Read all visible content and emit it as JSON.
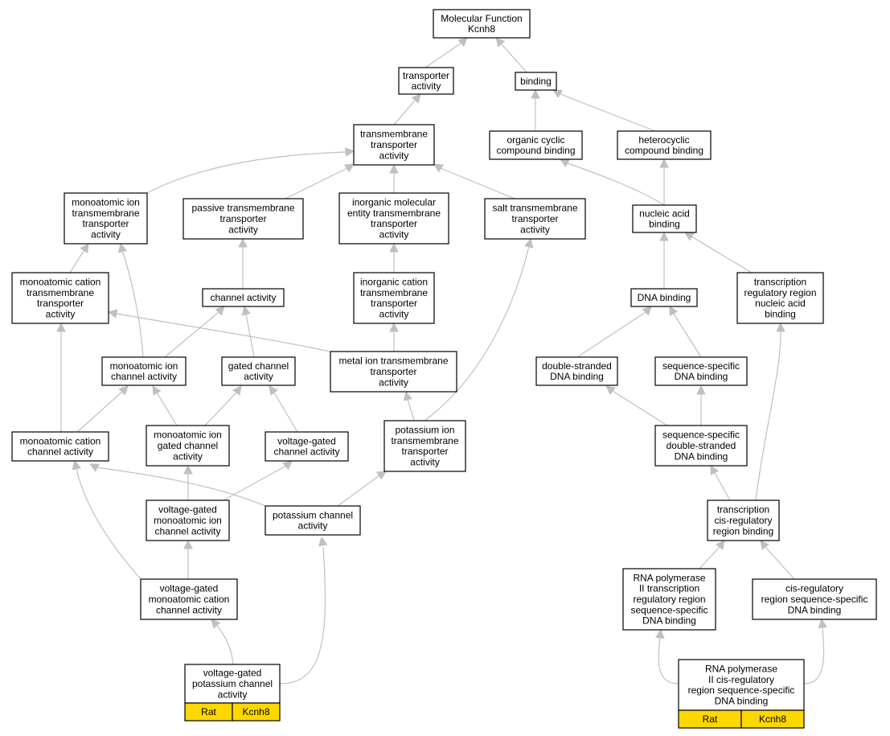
{
  "colors": {
    "edge": "#c0c0c0",
    "tag_fill": "#FFD700",
    "node_stroke": "#000000"
  },
  "nodes": {
    "mf": {
      "lines": [
        "Molecular Function",
        "Kcnh8"
      ]
    },
    "ta": {
      "lines": [
        "transporter",
        "activity"
      ]
    },
    "bind": {
      "lines": [
        "binding"
      ]
    },
    "tmta": {
      "lines": [
        "transmembrane",
        "transporter",
        "activity"
      ]
    },
    "ocb": {
      "lines": [
        "organic cyclic",
        "compound binding"
      ]
    },
    "hcb": {
      "lines": [
        "heterocyclic",
        "compound binding"
      ]
    },
    "moitta": {
      "lines": [
        "monoatomic ion",
        "transmembrane",
        "transporter",
        "activity"
      ]
    },
    "ptta": {
      "lines": [
        "passive transmembrane",
        "transporter",
        "activity"
      ]
    },
    "imetta": {
      "lines": [
        "inorganic molecular",
        "entity transmembrane",
        "transporter",
        "activity"
      ]
    },
    "stta": {
      "lines": [
        "salt transmembrane",
        "transporter",
        "activity"
      ]
    },
    "nab": {
      "lines": [
        "nucleic acid",
        "binding"
      ]
    },
    "mctta": {
      "lines": [
        "monoatomic cation",
        "transmembrane",
        "transporter",
        "activity"
      ]
    },
    "ca": {
      "lines": [
        "channel activity"
      ]
    },
    "icta": {
      "lines": [
        "inorganic cation",
        "transmembrane",
        "transporter",
        "activity"
      ]
    },
    "dnab": {
      "lines": [
        "DNA binding"
      ]
    },
    "trrnab": {
      "lines": [
        "transcription",
        "regulatory region",
        "nucleic acid",
        "binding"
      ]
    },
    "moica": {
      "lines": [
        "monoatomic ion",
        "channel activity"
      ]
    },
    "gca": {
      "lines": [
        "gated channel",
        "activity"
      ]
    },
    "mitta": {
      "lines": [
        "metal ion transmembrane",
        "transporter",
        "activity"
      ]
    },
    "dsdb": {
      "lines": [
        "double-stranded",
        "DNA binding"
      ]
    },
    "ssdb": {
      "lines": [
        "sequence-specific",
        "DNA binding"
      ]
    },
    "mcca": {
      "lines": [
        "monoatomic cation",
        "channel activity"
      ]
    },
    "moigca": {
      "lines": [
        "monoatomic ion",
        "gated channel",
        "activity"
      ]
    },
    "vgca": {
      "lines": [
        "voltage-gated",
        "channel activity"
      ]
    },
    "pitta": {
      "lines": [
        "potassium ion",
        "transmembrane",
        "transporter",
        "activity"
      ]
    },
    "ssdsdb": {
      "lines": [
        "sequence-specific",
        "double-stranded",
        "DNA binding"
      ]
    },
    "vgmica": {
      "lines": [
        "voltage-gated",
        "monoatomic ion",
        "channel activity"
      ]
    },
    "pca": {
      "lines": [
        "potassium channel",
        "activity"
      ]
    },
    "tcrrb": {
      "lines": [
        "transcription",
        "cis-regulatory",
        "region binding"
      ]
    },
    "vgmcca": {
      "lines": [
        "voltage-gated",
        "monoatomic cation",
        "channel activity"
      ]
    },
    "rp2trr": {
      "lines": [
        "RNA polymerase",
        "II transcription",
        "regulatory region",
        "sequence-specific",
        "DNA binding"
      ]
    },
    "crrss": {
      "lines": [
        "cis-regulatory",
        "region sequence-specific",
        "DNA binding"
      ]
    },
    "vgpca": {
      "lines": [
        "voltage-gated",
        "potassium channel",
        "activity"
      ],
      "tags": [
        "Rat",
        "Kcnh8"
      ]
    },
    "rp2cr": {
      "lines": [
        "RNA polymerase",
        "II cis-regulatory",
        "region sequence-specific",
        "DNA binding"
      ],
      "tags": [
        "Rat",
        "Kcnh8"
      ]
    }
  }
}
